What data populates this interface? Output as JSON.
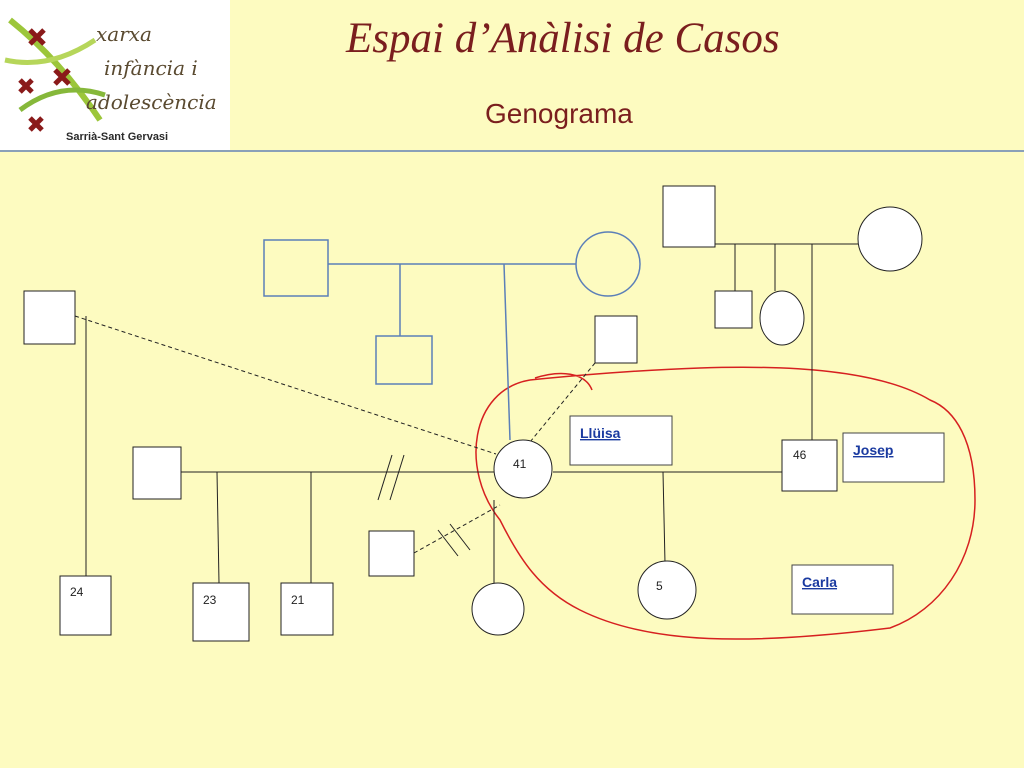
{
  "header": {
    "title": "Espai d’Anàlisi de Casos",
    "subtitle": "Genograma",
    "logo": {
      "line1": "xarxa",
      "line2": "infància i",
      "line3": "adolescència",
      "sub": "Sarrià-Sant Gervasi"
    }
  },
  "genogram": {
    "ages": {
      "p41": "41",
      "p46": "46",
      "p5": "5",
      "p24": "24",
      "p23": "23",
      "p21": "21"
    },
    "names": {
      "lluisa": "Llüisa",
      "josep": "Josep",
      "carla": "Carla"
    }
  },
  "colors": {
    "accent": "#7a1e1e",
    "blue_lines": "#5b7fb8",
    "circle": "#d62020",
    "name_text": "#1a3aa0"
  }
}
